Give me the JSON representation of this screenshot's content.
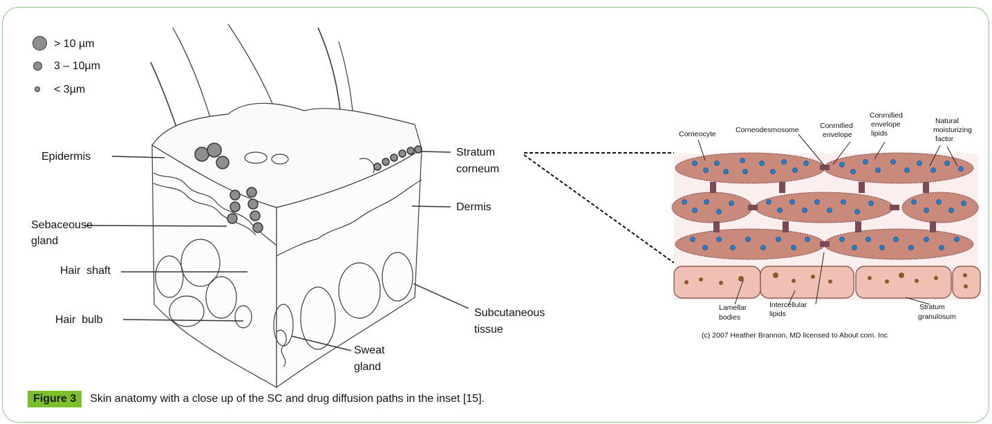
{
  "legend": [
    {
      "label": "> 10 µm"
    },
    {
      "label": "3 – 10µm"
    },
    {
      "label": "< 3µm"
    }
  ],
  "skin_labels": {
    "epidermis": "Epidermis",
    "sebaceous_1": "Sebaceouse",
    "sebaceous_2": "gland",
    "hair_shaft": "Hair  shaft",
    "hair_bulb": "Hair  bulb",
    "stratum_corneum_1": "Stratum",
    "stratum_corneum_2": "corneum",
    "dermis": "Dermis",
    "subcutaneous_1": "Subcutaneous",
    "subcutaneous_2": "tissue",
    "sweat_1": "Sweat",
    "sweat_2": "gland"
  },
  "inset_labels": {
    "corneocyte": "Corneocyte",
    "corneodesmosome": "Corneodesmosome",
    "cornified_envelope_1": "Conrnified",
    "cornified_envelope_2": "envelope",
    "cornified_lipids_1": "Conrnified",
    "cornified_lipids_2": "envelope",
    "cornified_lipids_3": "lipids",
    "nmf_1": "Natural",
    "nmf_2": "moisturizing",
    "nmf_3": "factor",
    "lamellar_1": "Lamellar",
    "lamellar_2": "bodies",
    "intercellular_1": "Intercellular",
    "intercellular_2": "lipids",
    "granulosum_1": "Stratum",
    "granulosum_2": "granulosum",
    "credit": "(c) 2007 Heather Brannon, MD licensed to About com. Inc"
  },
  "caption": {
    "tag": "Figure 3",
    "text": "Skin anatomy with a close up of the SC and drug diffusion paths in the inset [15]."
  },
  "colors": {
    "frame": "#8bc88b",
    "figure_tag": "#7bbf2a",
    "corneocyte_fill": "#c98a7c",
    "nmf_dot": "#1f7fd0",
    "granulosum_fill": "#f0c0b4",
    "particle": "#8e8e8e"
  }
}
